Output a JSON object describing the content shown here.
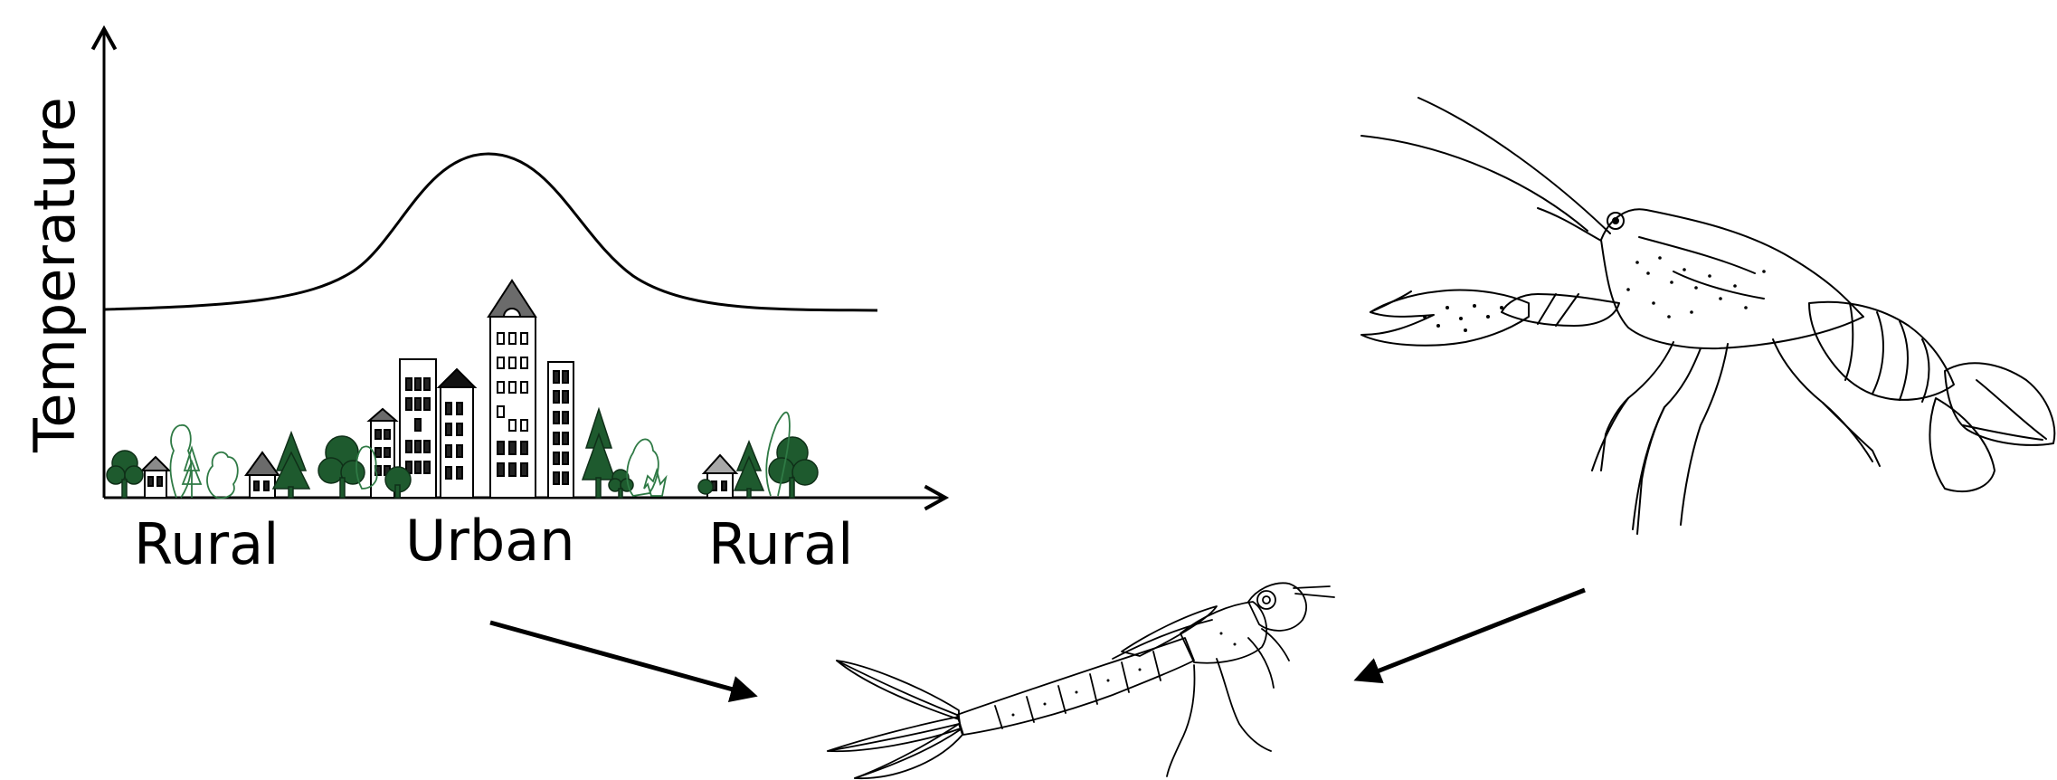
{
  "axes": {
    "ylabel": "Temperature",
    "x_labels": [
      "Rural",
      "Urban",
      "Rural"
    ]
  },
  "curve": {
    "description_type": "urban-heat-island-profile"
  },
  "colors": {
    "line": "#000000",
    "tree_dark": "#1e5a2e",
    "tree_outline": "#2f7a45",
    "roof_gray": "#6b6b6b",
    "roof_light": "#a8a8a8"
  }
}
